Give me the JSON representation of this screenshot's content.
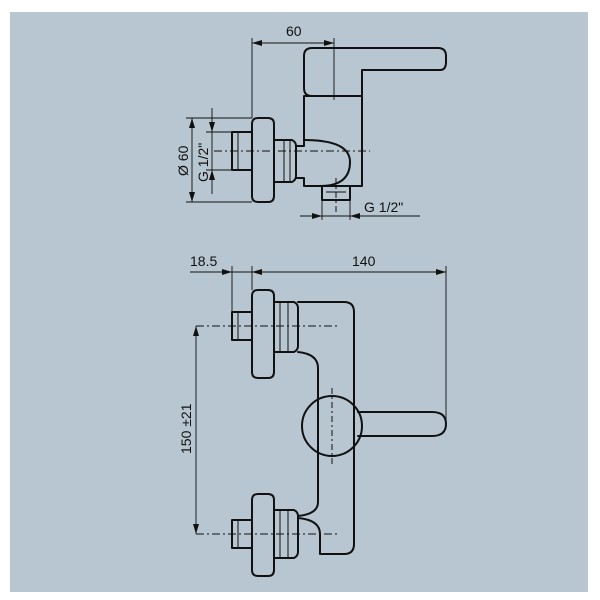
{
  "drawing": {
    "background_color": "#b7c6d0",
    "line_color": "#111111",
    "top_view": {
      "dim_depth": "60",
      "dim_diameter": "Ø 60",
      "dim_inlet_thread": "G 1/2\"",
      "dim_outlet_thread": "G 1/2\""
    },
    "front_view": {
      "dim_offset": "18.5",
      "dim_width": "140",
      "dim_centers": "150 ±21"
    }
  }
}
